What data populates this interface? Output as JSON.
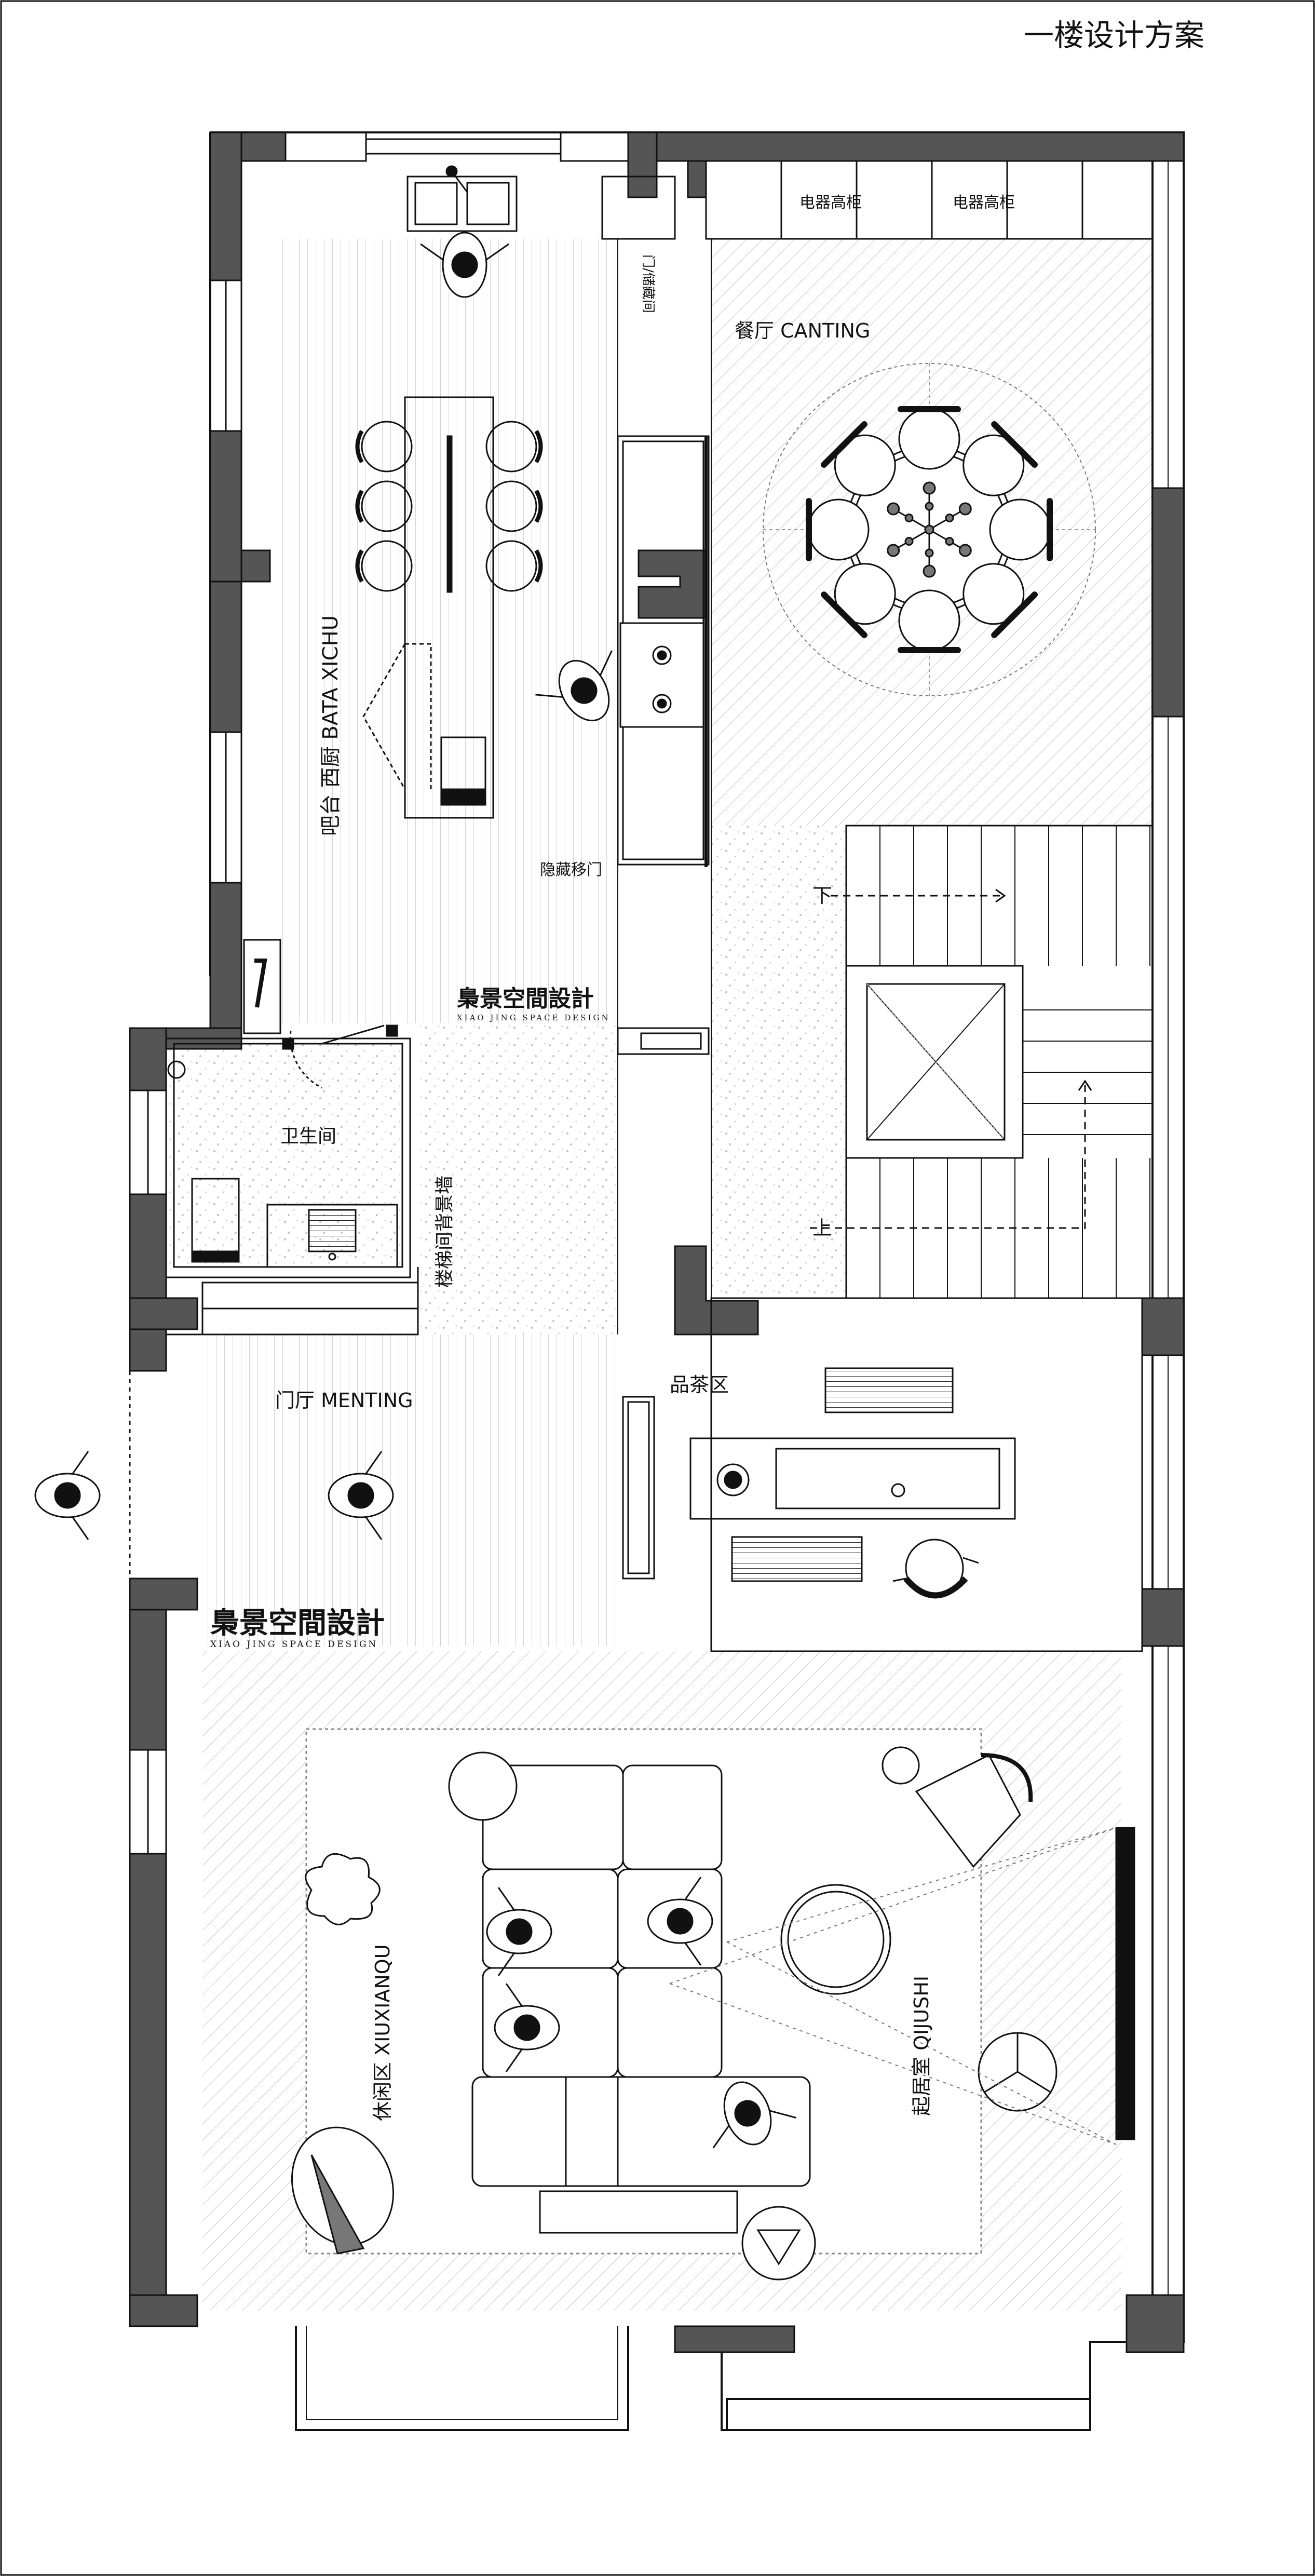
{
  "title": "一楼设计方案",
  "brand": {
    "name": "梟景空間設計",
    "sub": "XIAO JING SPACE DESIGN"
  },
  "rooms": {
    "bar_kitchen": "吧台 西厨 BATA XICHU",
    "dining": "餐厅 CANTING",
    "hidden_door": "隐藏移门",
    "appliance_cabinet_1": "电器高柜",
    "appliance_cabinet_2": "电器高柜",
    "closet_door": "门/储藏间",
    "stairs_down": "下",
    "stairs_up": "上",
    "bathroom": "卫生间",
    "stair_wall": "楼梯间背景墙",
    "foyer": "门厅 MENTING",
    "tea_area": "品茶区",
    "leisure": "休闲区 XIUXIANQU",
    "living": "起居室 QIJUSHI"
  },
  "colors": {
    "wall": "#555555",
    "line": "#111111",
    "hatch": "#bbbbbb",
    "speckle": "#c4c4c4"
  }
}
